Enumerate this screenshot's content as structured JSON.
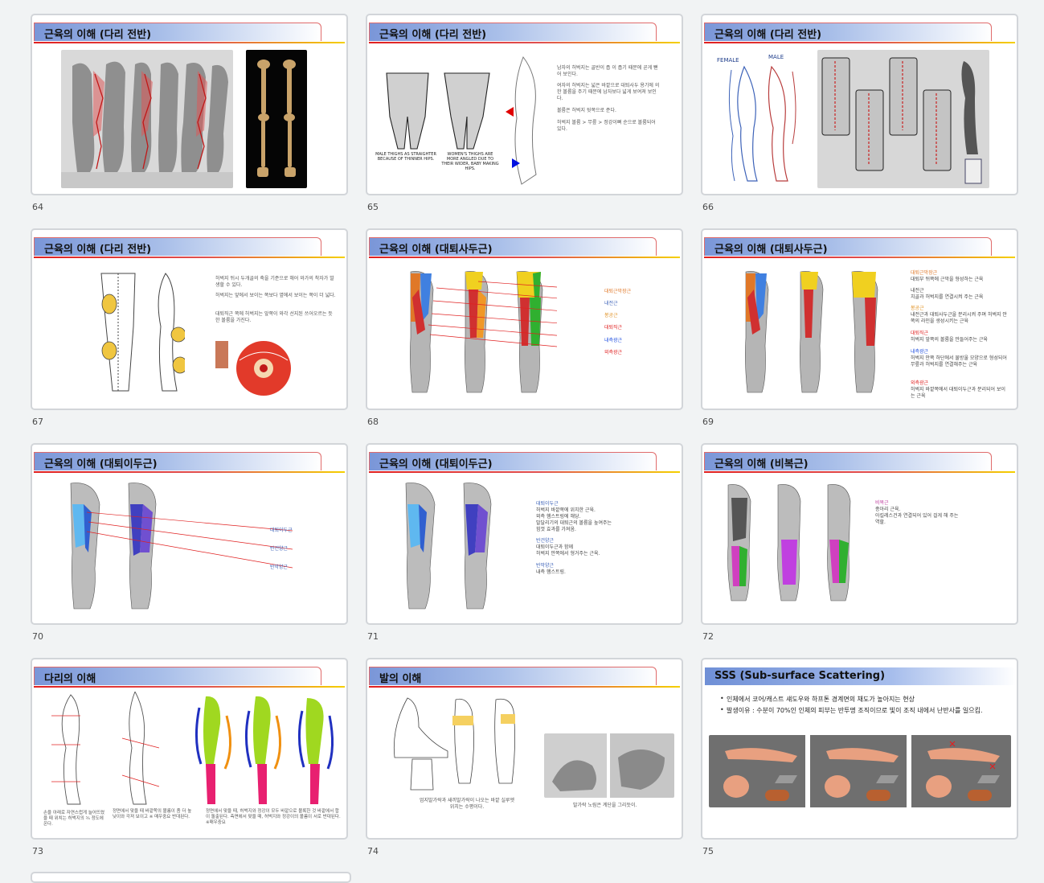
{
  "slides": [
    {
      "num": "64",
      "title": "근육의 이해 (다리 전반)",
      "notes": []
    },
    {
      "num": "65",
      "title": "근육의 이해 (다리 전반)",
      "notes": [
        "남자의 허벅지는 골반이 좁 이 좁기 때문에 곧게 뻗어 보인다.",
        "여자의 허벅지는 넓은 바깥으로 대퇴사두 용기에 의한 볼륨을 주기 때문에 남자보다 넓게 보여져 보인다.",
        "볼륨은 허벅지 뒷쪽으로 준다.",
        "허벅지 볼륨 > 무릎 > 정강이뼈 순으로 볼륨되어 있다."
      ],
      "captions": [
        "MALE THIGHS AS STRAIGHTER BECAUSE OF THINNER HIPS.",
        "WOMEN'S THIGHS ARE MORE ANGLED DUE TO THEIR WIDER, BABY MAKING HIPS."
      ]
    },
    {
      "num": "66",
      "title": "근육의 이해 (다리 전반)",
      "labels": [
        "FEMALE",
        "MALE"
      ]
    },
    {
      "num": "67",
      "title": "근육의 이해 (다리 전반)",
      "notes": [
        "허벅지 뒤시 두개골의 축을 기준으로 해어 와가의 착자가 발생할 수 있다.",
        "허벅지는 앞에서 보이는 쪽보다 옆에서 보이는 쪽이 더 넓다.",
        "대퇴직근 쪽에 허벅지는 앞쪽이 와각 선지된 쓰어오르는 듯한 볼륨을 가진다."
      ]
    },
    {
      "num": "68",
      "title": "근육의 이해 (대퇴사두근)",
      "legend": [
        "대퇴근막장근",
        "내전근",
        "봉공근",
        "대퇴직근",
        "내측광근",
        "외측광근"
      ]
    },
    {
      "num": "69",
      "title": "근육의 이해 (대퇴사두근)",
      "legend": [
        "대퇴근막장근",
        "대퇴부 뒤쪽에 근막을 형성하는 근육",
        "내전근",
        "치골과 허벅지를 연결시켜 주는 근육",
        "봉공근",
        "내전근과 대퇴사두근을 분리시켜 주며 허벅지 안쪽의 라인을 생성시키는 근육",
        "대퇴직근",
        "허벅지 앞쪽의 볼륨을 만들어주는 근육",
        "내측광근",
        "허벅지 안쪽 하단에서 물방울 모양으로 형성되어 무릎과 허벅지를 연결해주는 근육",
        "외측광근",
        "허벅지 바깥쪽에서 대퇴이두근과 분리되어 보이는 근육"
      ]
    },
    {
      "num": "70",
      "title": "근육의 이해 (대퇴이두근)",
      "legend": [
        "대퇴이두근",
        "반건양근",
        "반막양근"
      ]
    },
    {
      "num": "71",
      "title": "근육의 이해 (대퇴이두근)",
      "legend": [
        "대퇴이두근",
        "허벅지 바깥쪽에 위치한 근육.",
        "외측 햄스트링에 해당.",
        "말달리기의 대퇴근의 볼륨을 높여주는",
        "힘껏 효과를 가져옴.",
        "반건양근",
        "대퇴이두근과 함께",
        "허벅지 안쪽에서 형거주는 근육.",
        "반막양근",
        "내측 햄스트링."
      ]
    },
    {
      "num": "72",
      "title": "근육의 이해 (비복근)",
      "legend": [
        "비복근",
        "종아리 근육.",
        "아킬레스건과 연결되어 있어 걸게 해 주는",
        "역할."
      ]
    },
    {
      "num": "73",
      "title": "다리의 이해",
      "captions": [
        "손을 아래로 자연스럽게 늘어뜨렸을 때 위치는 허벅지의 ¾ 정도에 온다.",
        "정면에서 맞을 때 바깥쪽의 볼륨이 좀 더 높낮이와 각져 보이고 ※ 매우중요 반대된다.",
        "정면에서 맞을 때, 허벅지와 정강이 모두 바깥으로 볼록한 것 바깥에서 합이 돌출된다. 측면에서 맞을 때, 허벅지와 정강이의 볼륨이 서로 반대된다. ※매우중요"
      ]
    },
    {
      "num": "74",
      "title": "발의 이해",
      "captions": [
        "엄지발가락과 새끼발가락이 나오는 바깥 실루엣 위치는 수평이다.",
        "발가락 노림은 계단을 그리듯이.",
        "엄지발가락과 새끼발가락이 나오는 바깥 실루엣 위치는 수평이다"
      ]
    },
    {
      "num": "75",
      "title": "SSS (Sub-surface Scattering)",
      "bullets": [
        "인체에서 코어/캐스트 섀도우와 하프톤 경계면의 채도가 높아지는 현상",
        "발생이유 : 수분이 70%인 인체의 피부는 반투명 조직이므로 빛이 조직 내에서 난반사를 일으킴."
      ]
    }
  ],
  "colors": {
    "title_start": "#7a96d8",
    "underline_red": "#e02020",
    "underline_yellow": "#f5d000",
    "border": "#d2d5d9"
  }
}
